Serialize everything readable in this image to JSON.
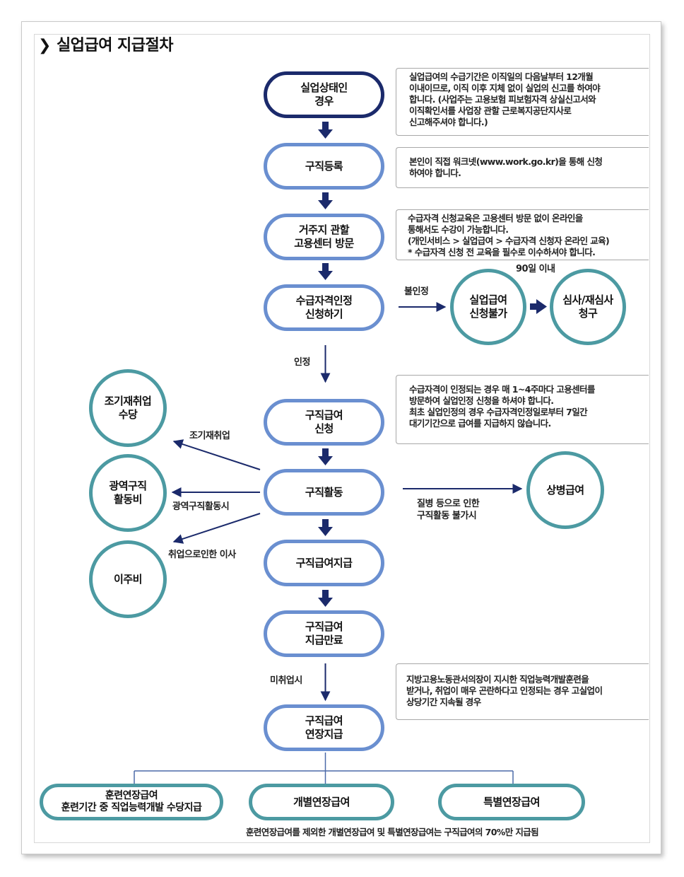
{
  "title": "실업급여 지급절차",
  "steps": {
    "unemployed": "실업상태인\n경우",
    "register": "구직등록",
    "visit": "거주지 관할\n고용센터 방문",
    "apply_qual": "수급자격인정\n신청하기",
    "apply_benefit": "구직급여\n신청",
    "job_search": "구직활동",
    "payment": "구직급여지급",
    "payment_end": "구직급여\n지급만료",
    "extension": "구직급여\n연장지급"
  },
  "circles": {
    "not_eligible": "실업급여\n신청불가",
    "review": "심사/재심사\n청구",
    "early_reemploy": "조기재취업\n수당",
    "wide_area": "광역구직\n활동비",
    "relocation": "이주비",
    "sickness": "상병급여"
  },
  "extensions": {
    "training": "훈련연장급여\n훈련기간 중 직업능력개발 수당지급",
    "individual": "개별연장급여",
    "special": "특별연장급여"
  },
  "labels": {
    "not_approved": "불인정",
    "within_90": "90일 이내",
    "approved": "인정",
    "early_reemploy": "조기재취업",
    "wide_area": "광역구직활동시",
    "relocation": "취업으로인한 이사",
    "sickness": "질병 등으로 인한\n구직활동 불가시",
    "unemployed_yet": "미취업시"
  },
  "notes": {
    "n1": "실업급여의 수급기간은 이직일의 다음날부터 12개월\n이내이므로, 이직 이후 지체 없이 실업의 신고를 하여야\n합니다. (사업주는 고용보험 피보험자격 상실신고서와\n이직확인서를 사업장 관할 근로복지공단지사로\n신고해주셔야 합니다.)",
    "n2": "본인이 직접 워크넷(www.work.go.kr)을 통해 신청\n하여야 합니다.",
    "n3": "수급자격 신청교육은 고용센터 방문 없이 온라인을\n통해서도 수강이 가능합니다.\n(개인서비스 > 실업급여 > 수급자격 신청자 온라인 교육)\n* 수급자격 신청 전 교육을 필수로 이수하셔야 합니다.",
    "n4": "수급자격이 인정되는 경우 매 1~4주마다 고용센터를\n방문하여 실업인정 신청을 하셔야 합니다.\n최초 실업인정의 경우 수급자격인정일로부터 7일간\n대기기간으로 급여를 지급하지 않습니다.",
    "n5": "지방고용노동관서의장이 지시한 직업능력개발훈련을\n받거나, 취업이 매우 곤란하다고 인정되는 경우 고실업이\n상당기간 지속될 경우"
  },
  "footnote": "훈련연장급여를 제외한 개별연장급여 및 특별연장급여는 구직급여의 70%만 지급됨",
  "colors": {
    "dark_navy": "#1b2a6b",
    "blue": "#6a8fd0",
    "teal": "#4c9aa2",
    "arrow": "#1b2a6b"
  }
}
